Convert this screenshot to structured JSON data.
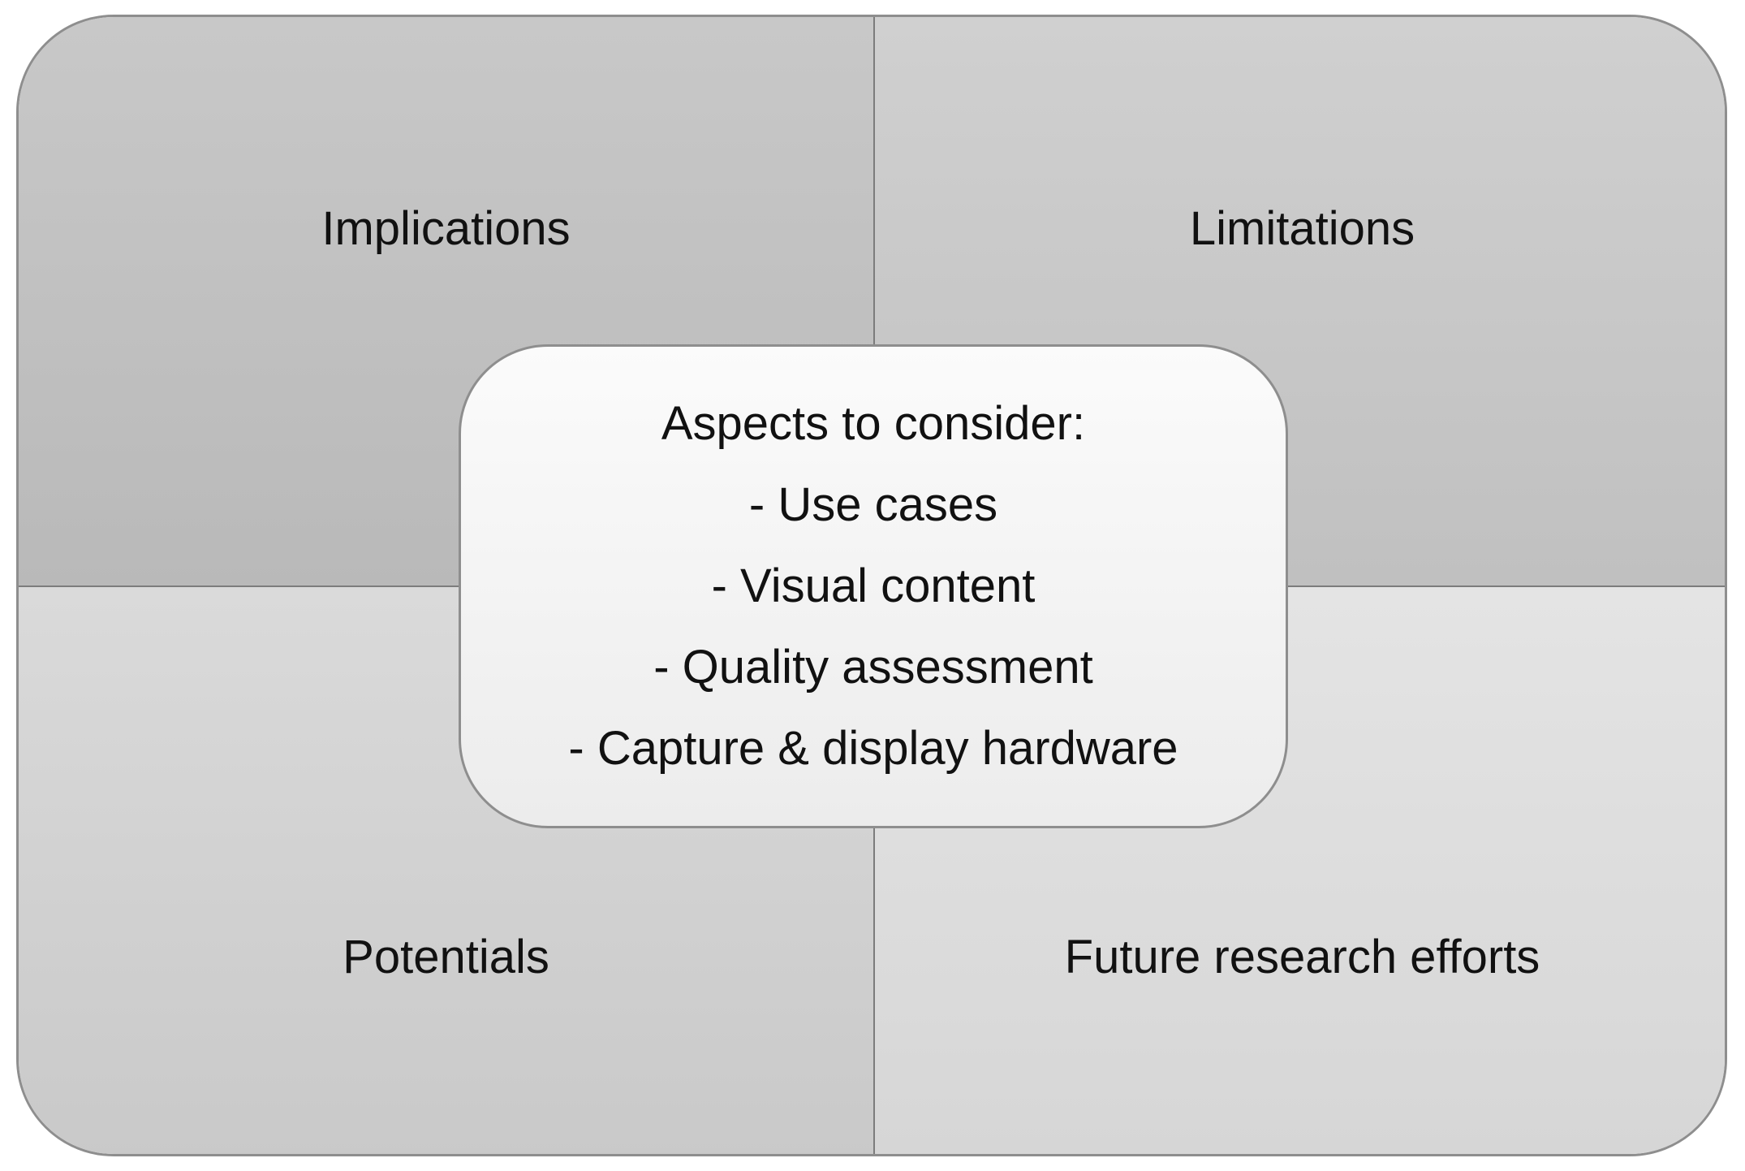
{
  "quadrants": {
    "top_left": "Implications",
    "top_right": "Limitations",
    "bottom_left": "Potentials",
    "bottom_right": "Future research efforts"
  },
  "center": {
    "heading": "Aspects to consider:",
    "items": [
      "- Use cases",
      "- Visual content",
      "- Quality assessment",
      "- Capture & display hardware"
    ]
  },
  "colors": {
    "border": "#8e8e8e",
    "text": "#111111"
  }
}
